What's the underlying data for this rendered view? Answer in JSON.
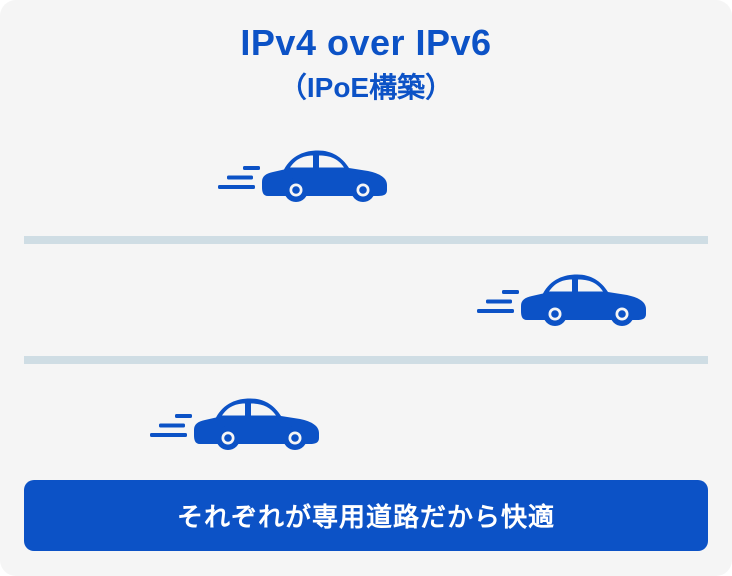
{
  "header": {
    "title": "IPv4 over IPv6",
    "subtitle": "（IPoE構築）"
  },
  "lanes": [
    {
      "label": "lane-1",
      "icon": "car-icon"
    },
    {
      "label": "lane-2",
      "icon": "car-icon"
    },
    {
      "label": "lane-3",
      "icon": "car-icon"
    }
  ],
  "banner": {
    "caption": "それぞれが専用道路だから快適"
  },
  "colors": {
    "brand_blue": "#0c52c6",
    "divider": "#cfdde4",
    "card_bg": "#f5f5f5",
    "page_bg": "#ffffff",
    "caption_text": "#ffffff"
  }
}
